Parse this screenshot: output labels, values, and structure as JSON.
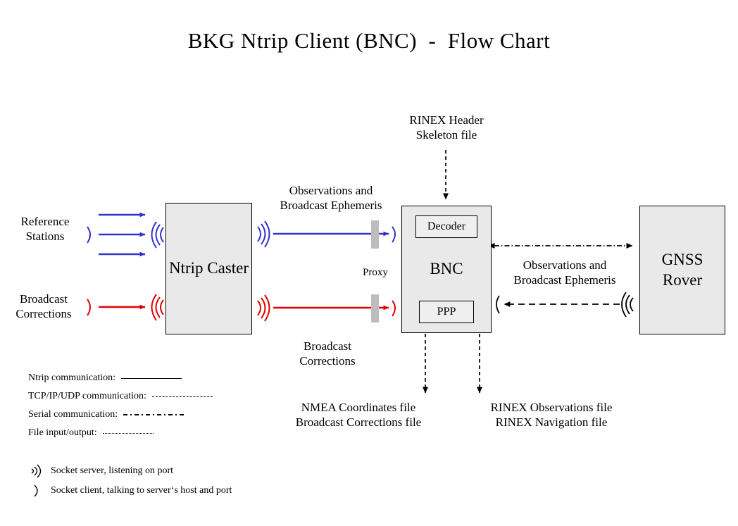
{
  "page": {
    "title": "BKG Ntrip Client (BNC)  -  Flow Chart",
    "background_color": "#ffffff"
  },
  "colors": {
    "ntrip_observations": "#3333cc",
    "ntrip_corrections": "#e00000",
    "other_communication": "#000000",
    "box_fill": "#e9e9e9",
    "box_border": "#000000",
    "proxy_bar": "#bdbdbd"
  },
  "nodes": [
    {
      "id": "ntrip-caster",
      "label": "Ntrip\nCaster"
    },
    {
      "id": "bnc",
      "label": "BNC"
    },
    {
      "id": "gnss-rover",
      "label": "GNSS\nRover"
    }
  ],
  "bnc_modules": [
    {
      "id": "decoder",
      "label": "Decoder"
    },
    {
      "id": "ppp",
      "label": "PPP"
    }
  ],
  "endpoints": [
    {
      "id": "reference-stations",
      "label": "Reference\nStations"
    },
    {
      "id": "broadcast-corrections",
      "label": "Broadcast\nCorrections"
    }
  ],
  "flow_labels": [
    {
      "id": "caster-to-bnc-top",
      "label": "Observations and\nBroadcast Ephemeris"
    },
    {
      "id": "caster-to-bnc-bottom",
      "label": "Broadcast\nCorrections"
    },
    {
      "id": "bnc-to-rover",
      "label": "Observations and\nBroadcast Ephemeris"
    },
    {
      "id": "rinex-skeleton-input",
      "label": "RINEX Header\nSkeleton file"
    },
    {
      "id": "nmea-output",
      "label": "NMEA Coordinates file\nBroadcast Corrections file"
    },
    {
      "id": "rinex-output",
      "label": "RINEX Observations file\nRINEX Navigation file"
    }
  ],
  "proxy": {
    "label": "Proxy"
  },
  "legend": {
    "lines": [
      {
        "id": "ntrip-communication",
        "label": "Ntrip communication:",
        "style": "solid"
      },
      {
        "id": "tcpip-udp-communication",
        "label": "TCP/IP/UDP communication:",
        "style": "dashed"
      },
      {
        "id": "serial-communication",
        "label": "Serial communication:",
        "style": "dash-dot"
      },
      {
        "id": "file-input-output",
        "label": "File input/output:",
        "style": "dotted"
      }
    ],
    "sockets": [
      {
        "id": "socket-server",
        "label": "Socket server, listening on port"
      },
      {
        "id": "socket-client",
        "label": "Socket client, talking to server‘s host and port"
      }
    ]
  }
}
